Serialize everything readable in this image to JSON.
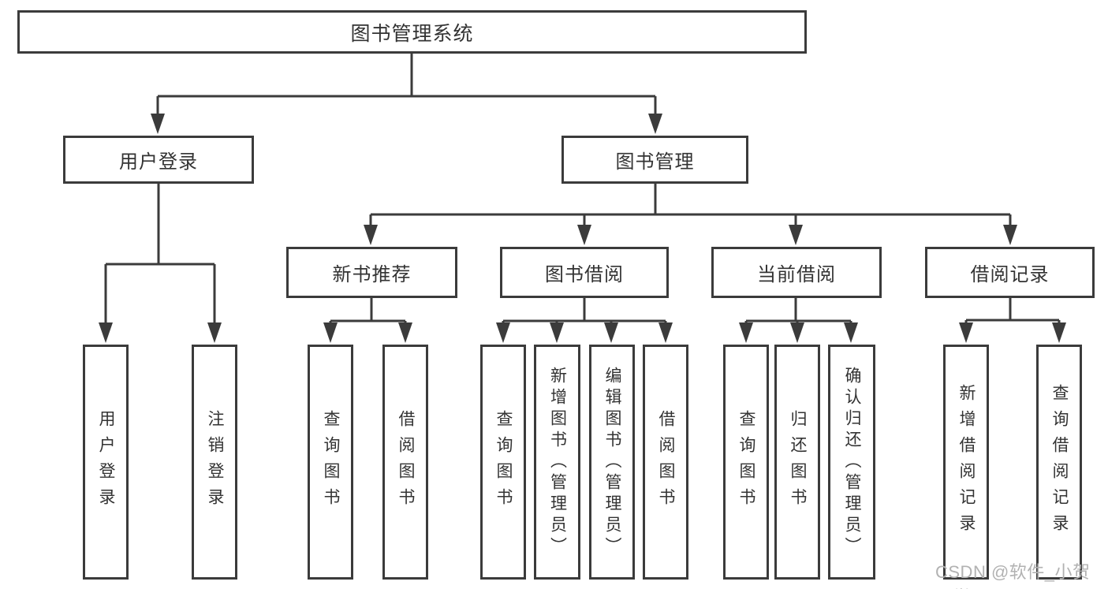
{
  "diagram": {
    "root": {
      "label": "图书管理系统"
    },
    "branches": [
      {
        "label": "用户登录",
        "children": [
          {
            "label": "用户登录"
          },
          {
            "label": "注销登录"
          }
        ]
      },
      {
        "label": "图书管理",
        "sections": [
          {
            "label": "新书推荐",
            "children": [
              {
                "label": "查询图书"
              },
              {
                "label": "借阅图书"
              }
            ]
          },
          {
            "label": "图书借阅",
            "children": [
              {
                "label": "查询图书"
              },
              {
                "label": "新增图书（管理员）"
              },
              {
                "label": "编辑图书（管理员）"
              },
              {
                "label": "借阅图书"
              }
            ]
          },
          {
            "label": "当前借阅",
            "children": [
              {
                "label": "查询图书"
              },
              {
                "label": "归还图书"
              },
              {
                "label": "确认归还（管理员）"
              }
            ]
          },
          {
            "label": "借阅记录",
            "children": [
              {
                "label": "新增借阅记录"
              },
              {
                "label": "查询借阅记录"
              }
            ]
          }
        ]
      }
    ]
  },
  "watermark": {
    "text": "CSDN @软件_小贺同学"
  },
  "colors": {
    "line": "#3b3b3b",
    "text": "#333333",
    "watermark": "#b2b2b2",
    "background": "#ffffff"
  }
}
